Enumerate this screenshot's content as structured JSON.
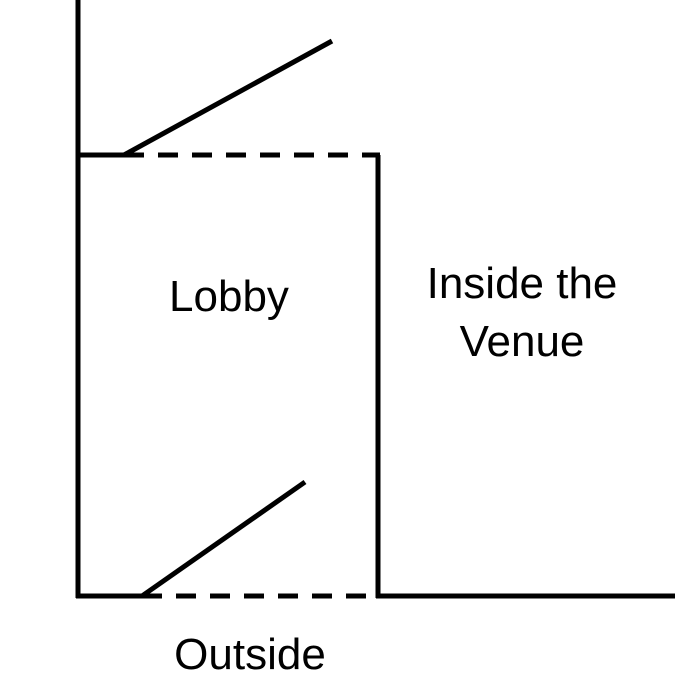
{
  "diagram": {
    "labels": {
      "lobby": "Lobby",
      "inside_line1": "Inside the",
      "inside_line2": "Venue",
      "outside": "Outside"
    }
  }
}
